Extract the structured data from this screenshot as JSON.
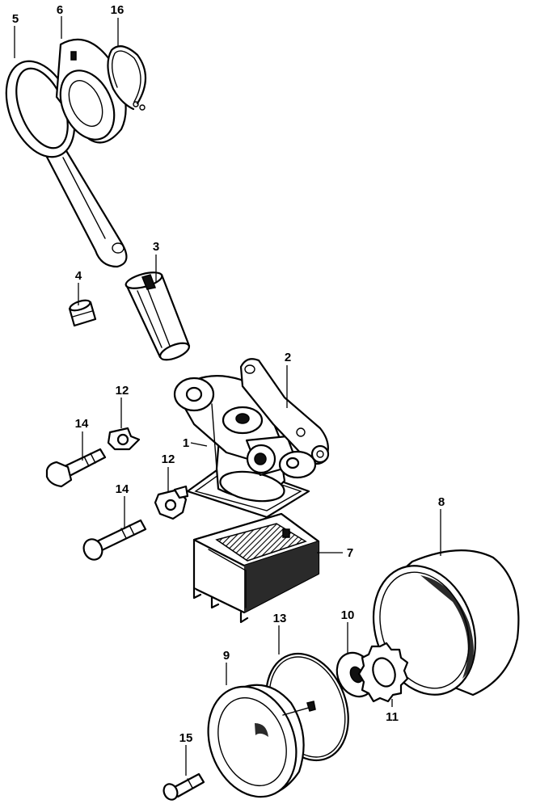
{
  "diagram": {
    "style": "exploded parts diagram, black line art on white",
    "callouts": [
      {
        "id": "c1",
        "label": "1",
        "part": "carburetor-body"
      },
      {
        "id": "c2",
        "label": "2",
        "part": "throttle-lever"
      },
      {
        "id": "c3",
        "label": "3",
        "part": "throttle-shaft"
      },
      {
        "id": "c4",
        "label": "4",
        "part": "pin"
      },
      {
        "id": "c5",
        "label": "5",
        "part": "clamp-band-arm"
      },
      {
        "id": "c6",
        "label": "6",
        "part": "clamp-collar"
      },
      {
        "id": "c7",
        "label": "7",
        "part": "air-cleaner-element-case"
      },
      {
        "id": "c8",
        "label": "8",
        "part": "air-cleaner-cover"
      },
      {
        "id": "c9",
        "label": "9",
        "part": "air-cleaner-cap"
      },
      {
        "id": "c10",
        "label": "10",
        "part": "washer"
      },
      {
        "id": "c11",
        "label": "11",
        "part": "lock-washer"
      },
      {
        "id": "c12a",
        "label": "12",
        "part": "tab-lock-washer-upper"
      },
      {
        "id": "c12b",
        "label": "12",
        "part": "tab-lock-washer-lower"
      },
      {
        "id": "c13",
        "label": "13",
        "part": "o-ring"
      },
      {
        "id": "c14a",
        "label": "14",
        "part": "bolt-upper"
      },
      {
        "id": "c14b",
        "label": "14",
        "part": "bolt-lower"
      },
      {
        "id": "c15",
        "label": "15",
        "part": "screw"
      },
      {
        "id": "c16",
        "label": "16",
        "part": "snap-ring"
      }
    ]
  }
}
